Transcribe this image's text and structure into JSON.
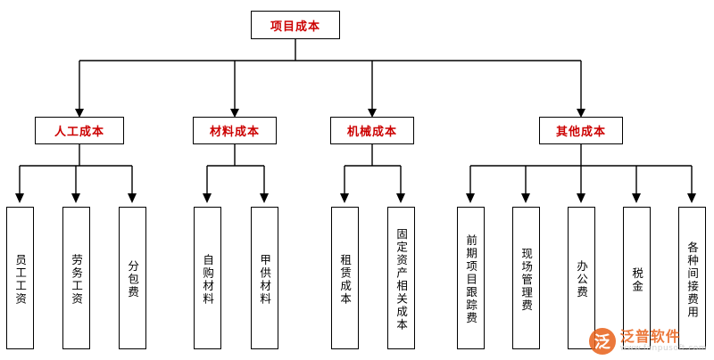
{
  "diagram": {
    "title": "项目成本",
    "type": "tree",
    "root": {
      "label": "项目成本"
    },
    "categories": [
      {
        "label": "人工成本",
        "children": [
          "员工工资",
          "劳务工资",
          "分包费"
        ]
      },
      {
        "label": "材料成本",
        "children": [
          "自购材料",
          "甲供材料"
        ]
      },
      {
        "label": "机械成本",
        "children": [
          "租赁成本",
          "固定资产相关成本"
        ]
      },
      {
        "label": "其他成本",
        "children": [
          "前期项目跟踪费",
          "现场管理费",
          "办公费",
          "税金",
          "各种间接费用"
        ]
      }
    ],
    "colors": {
      "node_text": "#cc0000",
      "leaf_text": "#000000",
      "border": "#000000",
      "background": "#ffffff",
      "watermark": "#e8611a"
    }
  },
  "watermark": {
    "badge": "泛",
    "name": "泛普软件",
    "url": "www.fanpusoft.com"
  }
}
